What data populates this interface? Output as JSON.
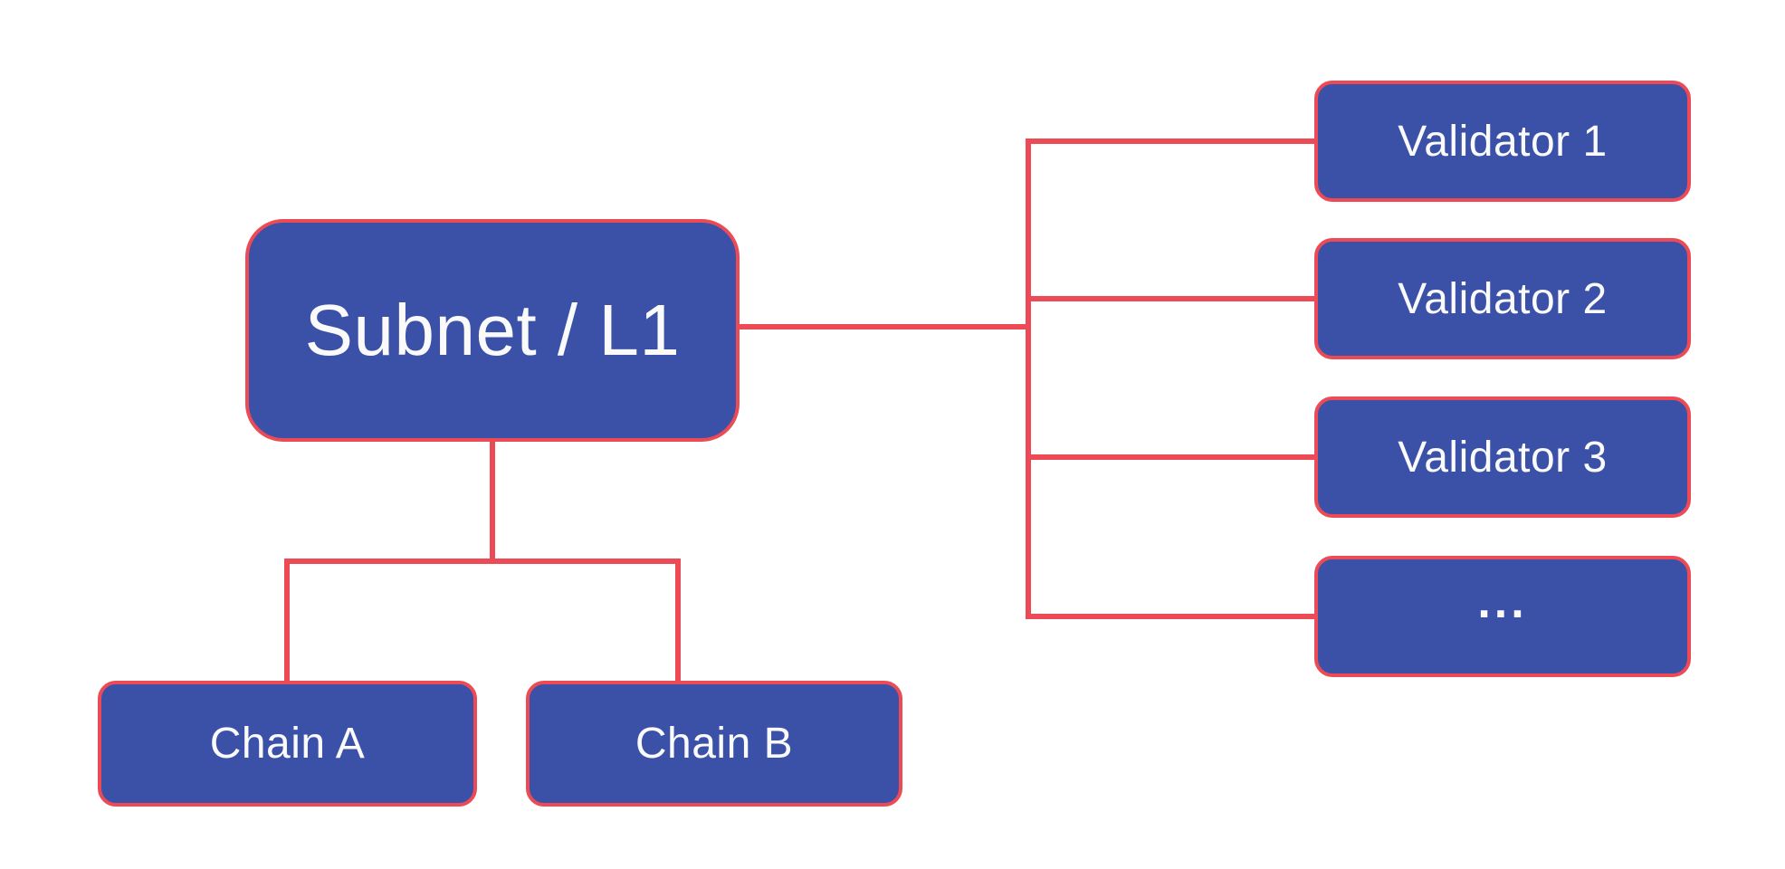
{
  "diagram": {
    "type": "tree",
    "background": "#FFFFFF",
    "colors": {
      "node_fill": "#3B51A8",
      "connector_and_border": "#EC4B55",
      "label_text": "#FAFAFA"
    }
  },
  "nodes": {
    "subnet": {
      "label": "Subnet / L1"
    },
    "chain_a": {
      "label": "Chain A"
    },
    "chain_b": {
      "label": "Chain B"
    },
    "validator_1": {
      "label": "Validator 1"
    },
    "validator_2": {
      "label": "Validator 2"
    },
    "validator_3": {
      "label": "Validator 3"
    },
    "more_validators": {
      "label": "..."
    }
  },
  "edges": [
    {
      "from": "subnet",
      "to": "chain_a"
    },
    {
      "from": "subnet",
      "to": "chain_b"
    },
    {
      "from": "subnet",
      "to": "validator_1"
    },
    {
      "from": "subnet",
      "to": "validator_2"
    },
    {
      "from": "subnet",
      "to": "validator_3"
    },
    {
      "from": "subnet",
      "to": "more_validators"
    }
  ]
}
